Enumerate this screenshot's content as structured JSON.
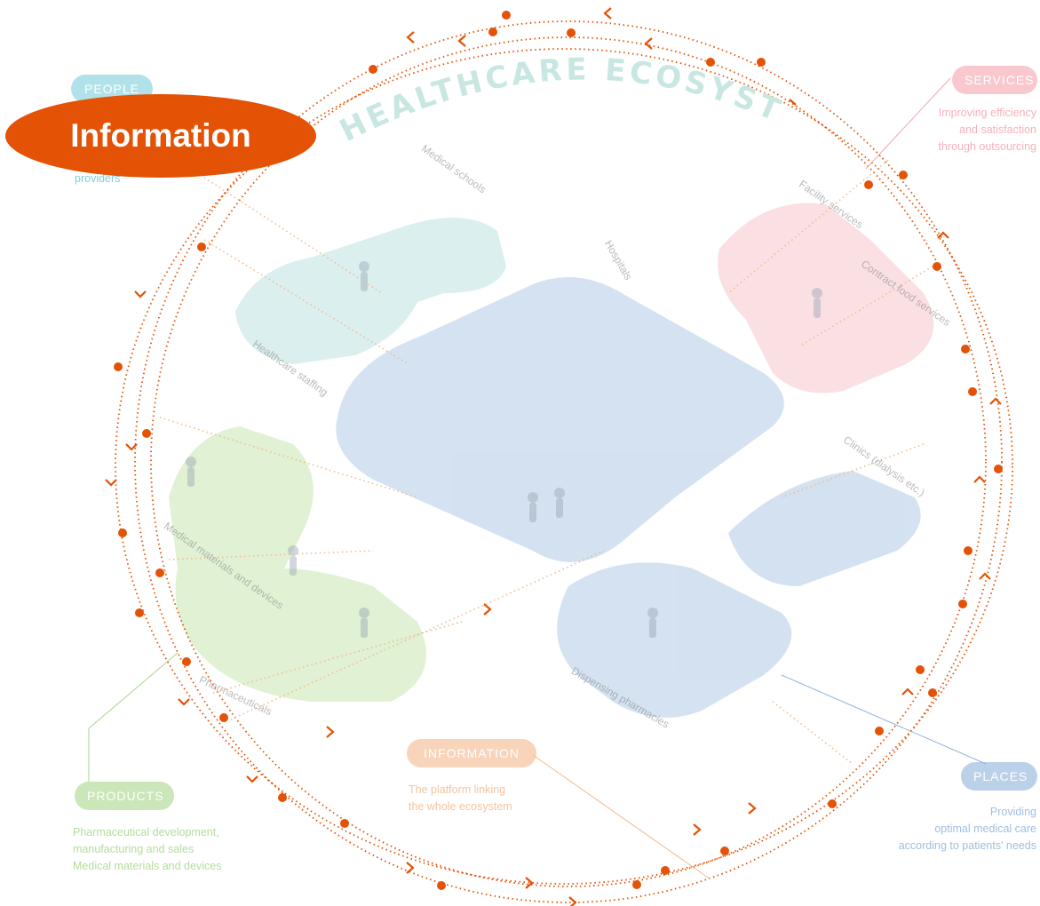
{
  "diagram": {
    "title": "HEALTHCARE ECOSYSTEM",
    "colors": {
      "accent": "#e35205",
      "people": "#7fd0dc",
      "services": "#f5a4ae",
      "products": "#a9d68c",
      "information": "#f4b98e",
      "places": "#8fb3dd",
      "places_zone": "#c5d8ec",
      "people_zone": "#cfe9ea",
      "products_zone": "#d6ecc6",
      "services_zone": "#f8d5da"
    },
    "badge": {
      "label": "Information"
    },
    "categories": {
      "people": {
        "label": "PEOPLE",
        "description": "providers"
      },
      "services": {
        "label": "SERVICES",
        "description": [
          "Improving efficiency",
          "and satisfaction",
          "through outsourcing"
        ]
      },
      "products": {
        "label": "PRODUCTS",
        "description": [
          "Pharmaceutical development,",
          "manufacturing and sales",
          "Medical materials and devices"
        ]
      },
      "information": {
        "label": "INFORMATION",
        "description": [
          "The platform linking",
          "the whole ecosystem"
        ]
      },
      "places": {
        "label": "PLACES",
        "description": [
          "Providing",
          "optimal medical care",
          "according to patients' needs"
        ]
      }
    },
    "zones": {
      "medical_schools": "Medical schools",
      "healthcare_staffing": "Healthcare staffing",
      "hospitals": "Hospitals",
      "facility_services": "Facility services",
      "contract_food_services": "Contract food services",
      "clinics": "Clinics (dialysis etc.)",
      "medical_materials": "Medical materials and devices",
      "pharmaceuticals": "Pharmaceuticals",
      "dispensing_pharmacies": "Dispensing pharmacies"
    }
  }
}
